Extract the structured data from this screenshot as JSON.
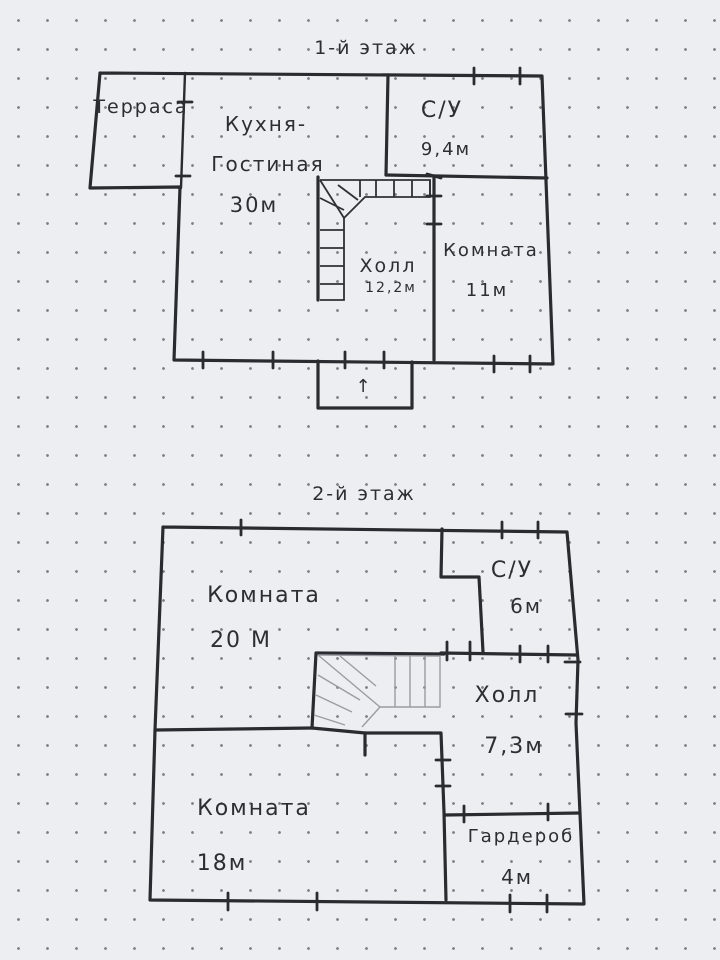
{
  "floor1": {
    "title": "1-й этаж",
    "rooms": {
      "terrace": {
        "name": "Терраса"
      },
      "kitchen": {
        "name_line1": "Кухня-",
        "name_line2": "Гостиная",
        "area": "30м"
      },
      "bathroom": {
        "name": "С/У",
        "area": "9,4м"
      },
      "hall": {
        "name": "Холл",
        "area": "12,2м"
      },
      "room": {
        "name": "Комната",
        "area": "11м"
      }
    },
    "entrance_arrow": "↑"
  },
  "floor2": {
    "title": "2-й этаж",
    "rooms": {
      "room_large": {
        "name": "Комната",
        "area": "20 М"
      },
      "bathroom": {
        "name": "С/У",
        "area": "6м"
      },
      "hall": {
        "name": "Холл",
        "area": "7,3м"
      },
      "room_lower": {
        "name": "Комната",
        "area": "18м"
      },
      "wardrobe": {
        "name": "Гардероб",
        "area": "4м"
      }
    }
  }
}
